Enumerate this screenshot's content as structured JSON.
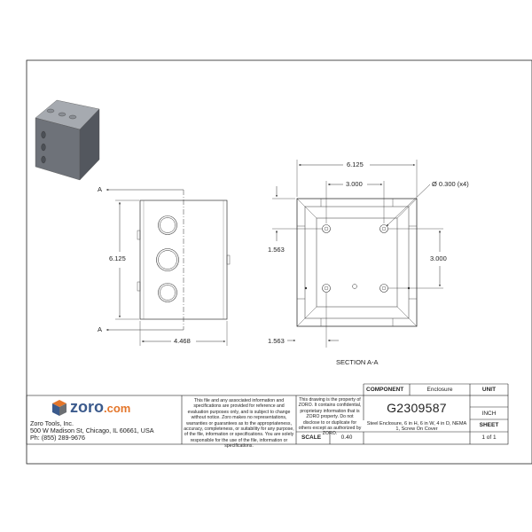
{
  "company": {
    "logo_text": "zoro",
    "logo_suffix": ".com",
    "name": "Zoro Tools, Inc.",
    "address": "500 W Madison St, Chicago, IL 60661, USA",
    "phone": "Ph: (855) 289-9676",
    "brand_colors": {
      "blue": "#3b5a8c",
      "orange": "#e4762b",
      "gray": "#6c6f73"
    }
  },
  "disclaimer": "This file and any associated information and specifications are provided for reference and evaluation purposes only, and is subject to change without notice. Zoro makes no representations, warranties or guarantees as to the appropriateness, accuracy, completeness, or suitability for any purpose, of the file, information or specifications. You are solely responsible for the use of the file, information or specifications.",
  "property_notice": "This drawing is the property of ZORO. It contains confidential, proprietary information that is ZORO property. Do not disclose to or duplicate for others except as authorized by ZORO.",
  "title_block": {
    "component_label": "COMPONENT",
    "component_value": "Enclosure",
    "part_number": "G2309587",
    "description": "Steel Enclosure, 6 in H, 6 in W, 4 in D, NEMA 1, Screw On Cover",
    "scale_label": "SCALE",
    "scale_value": "0.40",
    "unit_label": "UNIT",
    "unit_value": "INCH",
    "sheet_label": "SHEET",
    "sheet_value": "1 of 1"
  },
  "drawing": {
    "section_marker": "A",
    "section_caption": "SECTION A-A",
    "side_view": {
      "height": "6.125",
      "depth": "4.468"
    },
    "section_view": {
      "width": "6.125",
      "hole_spacing_x": "3.000",
      "hole_spacing_y": "3.000",
      "hole_callout": "Ø 0.300 (x4)",
      "offset_top": "1.563",
      "offset_bottom": "1.563"
    }
  }
}
